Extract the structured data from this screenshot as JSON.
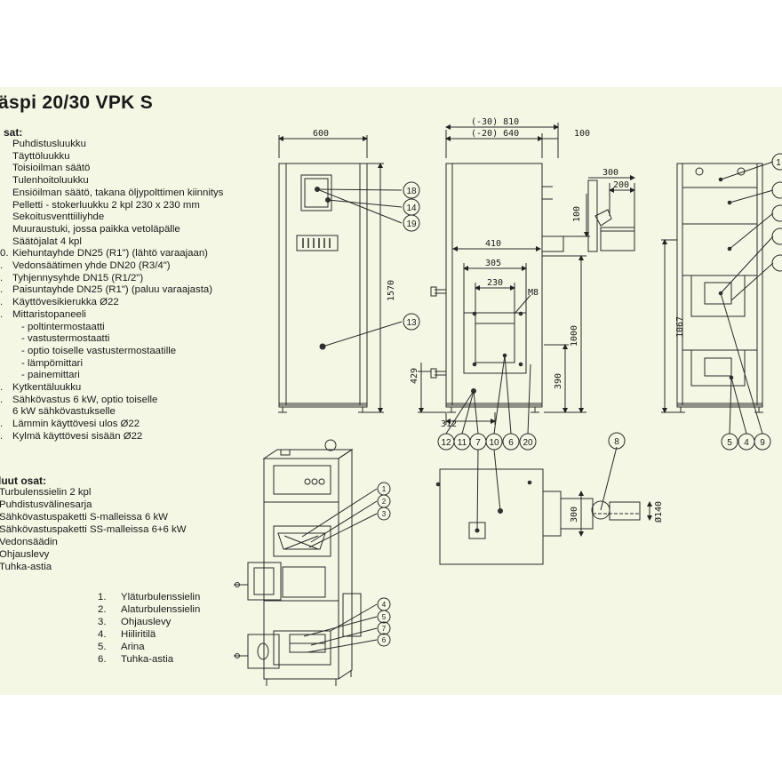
{
  "title": "äspi 20/30 VPK S",
  "parts": {
    "heading": "sat:",
    "items": [
      {
        "num": "",
        "text": "Puhdistusluukku"
      },
      {
        "num": "",
        "text": "Täyttöluukku"
      },
      {
        "num": "",
        "text": "Toisioilman säätö"
      },
      {
        "num": "",
        "text": "Tulenhoitoluukku"
      },
      {
        "num": "",
        "text": "Ensiöilman säätö, takana öljypolttimen kiinnitys"
      },
      {
        "num": "",
        "text": "Pelletti - stokerluukku 2 kpl 230 x 230 mm"
      },
      {
        "num": "",
        "text": "Sekoitusventtiiliyhde"
      },
      {
        "num": "",
        "text": "Muuraustuki, jossa paikka vetoläpälle"
      },
      {
        "num": "",
        "text": "Säätöjalat 4 kpl"
      },
      {
        "num": "0.",
        "text": "Kiehuntayhde DN25 (R1\") (lähtö varaajaan)"
      },
      {
        "num": ".",
        "text": "Vedonsäätimen yhde DN20 (R3/4\")"
      },
      {
        "num": ".",
        "text": "Tyhjennysyhde DN15 (R1/2\")"
      },
      {
        "num": ".",
        "text": "Paisuntayhde DN25 (R1\") (paluu varaajasta)"
      },
      {
        "num": ".",
        "text": "Käyttövesikierukka Ø22"
      },
      {
        "num": ".",
        "text": "Mittaristopaneeli"
      },
      {
        "num": "",
        "text": "- poltintermostaatti",
        "sub": true
      },
      {
        "num": "",
        "text": "- vastustermostaatti",
        "sub": true
      },
      {
        "num": "",
        "text": "- optio toiselle vastustermostaatille",
        "sub": true
      },
      {
        "num": "",
        "text": "- lämpömittari",
        "sub": true
      },
      {
        "num": "",
        "text": "- painemittari",
        "sub": true
      },
      {
        "num": ".",
        "text": "Kytkentäluukku"
      },
      {
        "num": ".",
        "text": "Sähkövastus 6 kW, optio toiselle"
      },
      {
        "num": "",
        "text": "6 kW sähkövastukselle"
      },
      {
        "num": ".",
        "text": "Lämmin käyttövesi ulos Ø22"
      },
      {
        "num": ".",
        "text": "Kylmä käyttövesi sisään Ø22"
      }
    ]
  },
  "extras": {
    "heading": "luut osat:",
    "items": [
      "Turbulenssielin 2 kpl",
      "Puhdistusvälinesarja",
      "Sähkövastuspaketti S-malleissa 6 kW",
      "Sähkövastuspaketti SS-malleissa 6+6 kW",
      "Vedonsäädin",
      "Ohjauslevy",
      "Tuhka-astia"
    ]
  },
  "legend": [
    {
      "num": "1.",
      "text": "Yläturbulenssielin"
    },
    {
      "num": "2.",
      "text": "Alaturbulenssielin"
    },
    {
      "num": "3.",
      "text": "Ohjauslevy"
    },
    {
      "num": "4.",
      "text": "Hiiliritilä"
    },
    {
      "num": "5.",
      "text": "Arina"
    },
    {
      "num": "6.",
      "text": "Tuhka-astia"
    }
  ],
  "dimensions": {
    "front_width": "600",
    "depth_a": "(-30) 810",
    "depth_b": "(-20) 640",
    "offset_100": "100",
    "w300": "300",
    "w200": "200",
    "d410": "410",
    "d305": "305",
    "d230": "230",
    "m8": "M8",
    "h1570": "1570",
    "h1000": "1000",
    "h1067": "1067",
    "h429": "429",
    "h390": "390",
    "d312": "312",
    "v100": "100",
    "v300": "300",
    "dia140": "Ø140"
  },
  "callouts": {
    "front": [
      "18",
      "14",
      "19",
      "13"
    ],
    "side_bottom": [
      "12",
      "11",
      "7",
      "10",
      "6",
      "20"
    ],
    "back_bottom": [
      "5",
      "4",
      "9"
    ],
    "back_right": [
      "1",
      "",
      "",
      "",
      ""
    ],
    "plan": "8",
    "iso": [
      "1",
      "2",
      "3",
      "4",
      "5",
      "7",
      "6"
    ]
  }
}
